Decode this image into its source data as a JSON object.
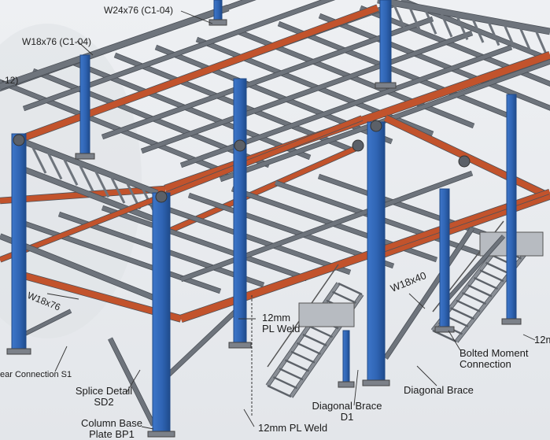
{
  "labels": {
    "w24x76": "W24x76 (C1-04)",
    "w18x76_top": "W18x76 (C1-04)",
    "w18x76_left": "W18x76",
    "w18x40": "W18x40",
    "partial_left": "-12)",
    "weld_12mm_1": "12mm",
    "weld_12mm_2": "PL Weld",
    "weld_12mm_bottom": "12mm PL Weld",
    "bolted_1": "Bolted Moment",
    "bolted_2": "Connection",
    "partial_right": "12m",
    "shear": "ear Connection S1",
    "splice_1": "Splice Detail",
    "splice_2": "SD2",
    "diag_brace": "Diagonal Brace",
    "diag_brace_d1_1": "Diagonal Brace",
    "diag_brace_d1_2": "D1",
    "base_1": "Column Base",
    "base_2": "Plate BP1"
  },
  "colors": {
    "background": "#e9ecef",
    "steel_gray": "#6e747c",
    "steel_dark": "#4c5158",
    "girder_orange": "#c2532c",
    "column_blue": "#2f64b3",
    "column_blue_dark": "#214a88",
    "stair_gray": "#8a8f96",
    "leader": "#333333"
  }
}
